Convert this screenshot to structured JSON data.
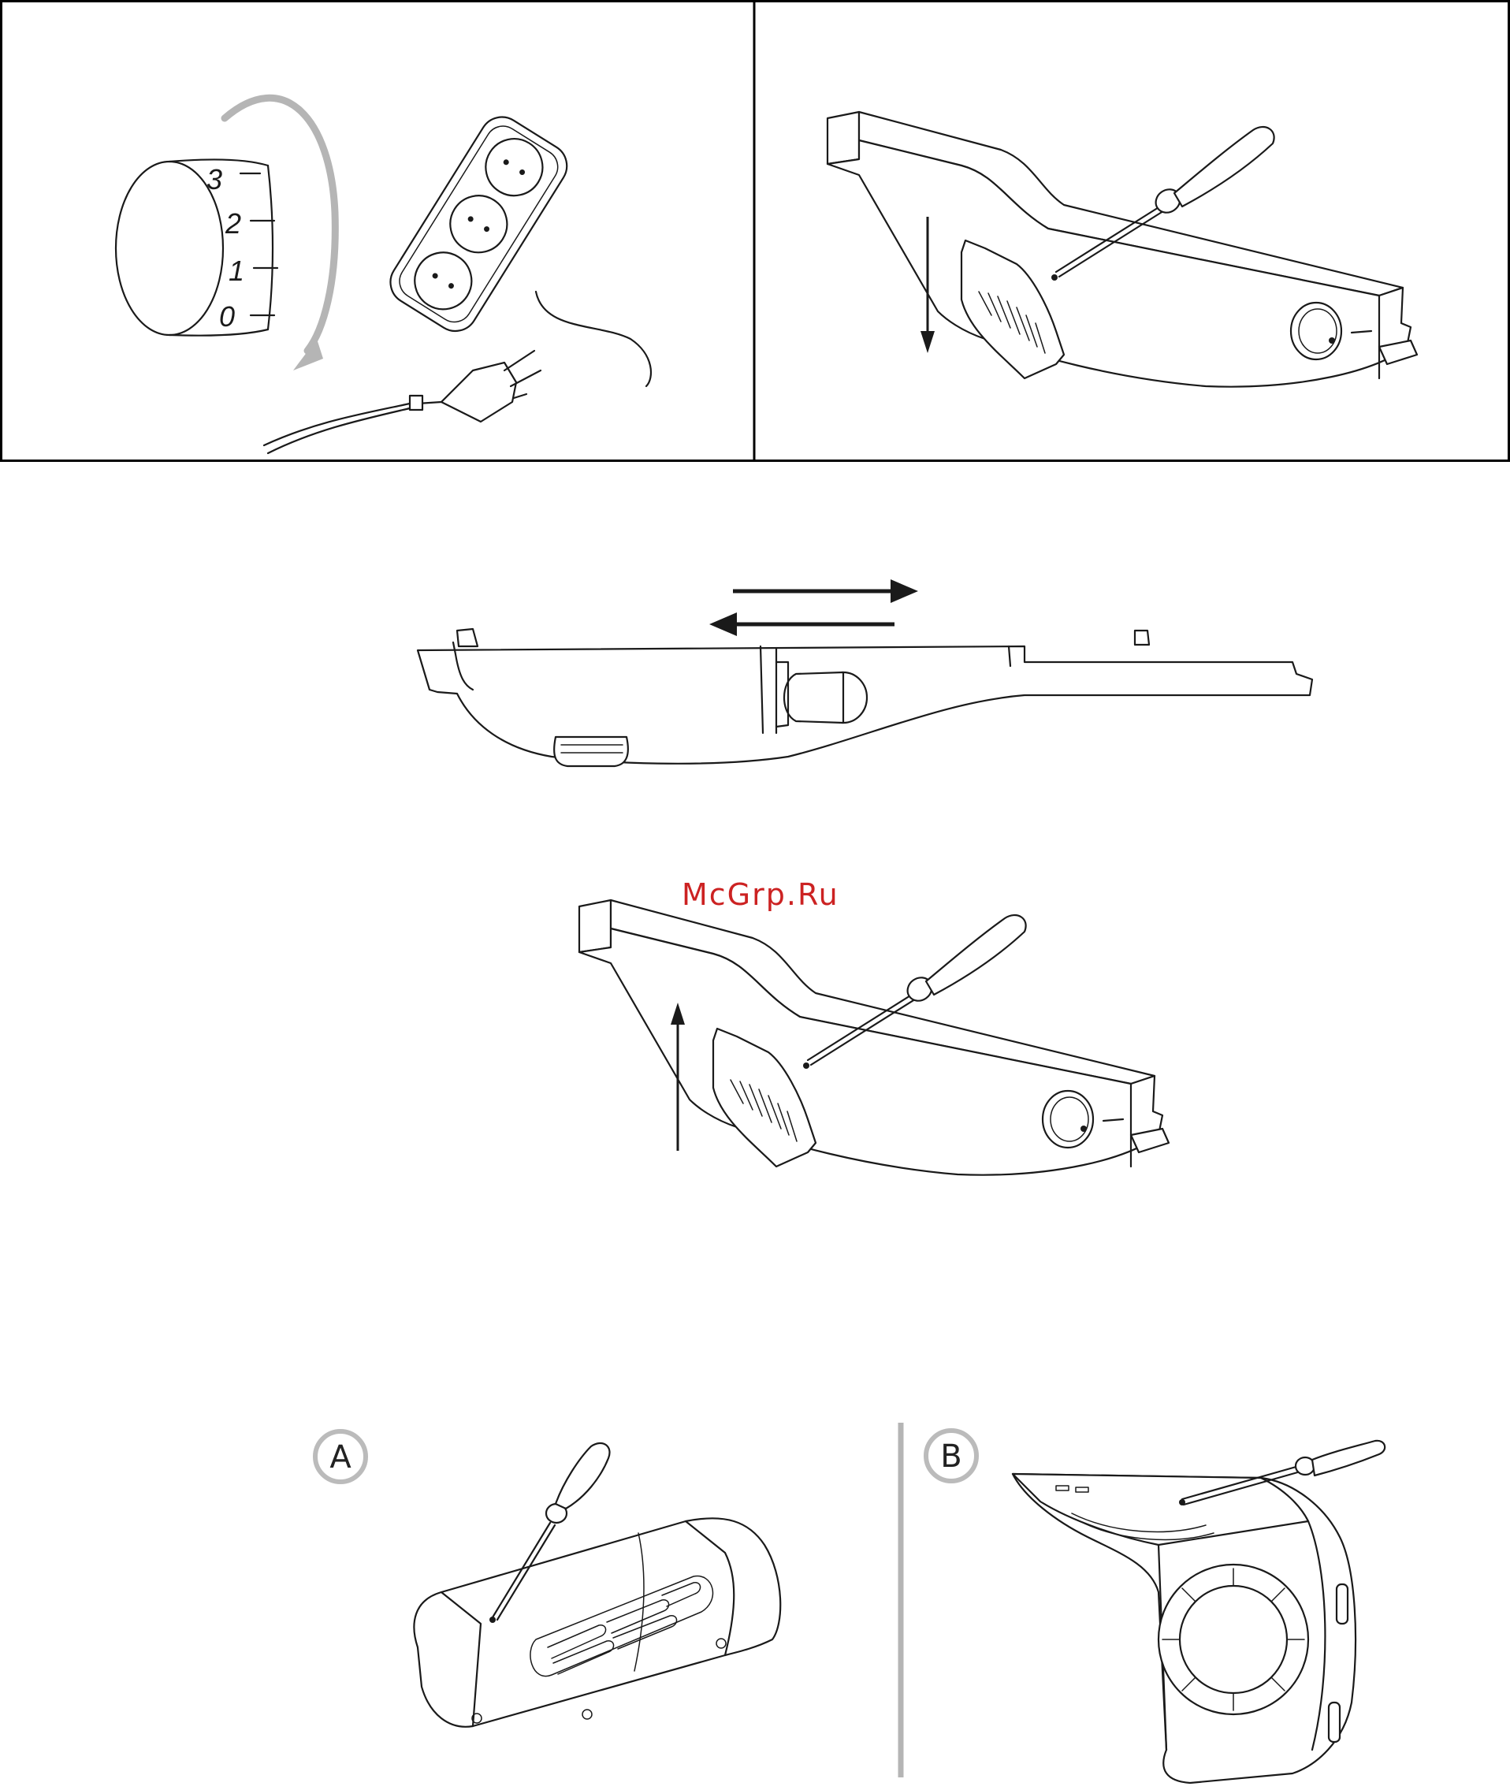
{
  "dial": {
    "marks": [
      "3",
      "2",
      "1",
      "0"
    ]
  },
  "watermark": {
    "text": "McGrp.Ru"
  },
  "panel_a": {
    "label": "A"
  },
  "panel_b": {
    "label": "B"
  }
}
